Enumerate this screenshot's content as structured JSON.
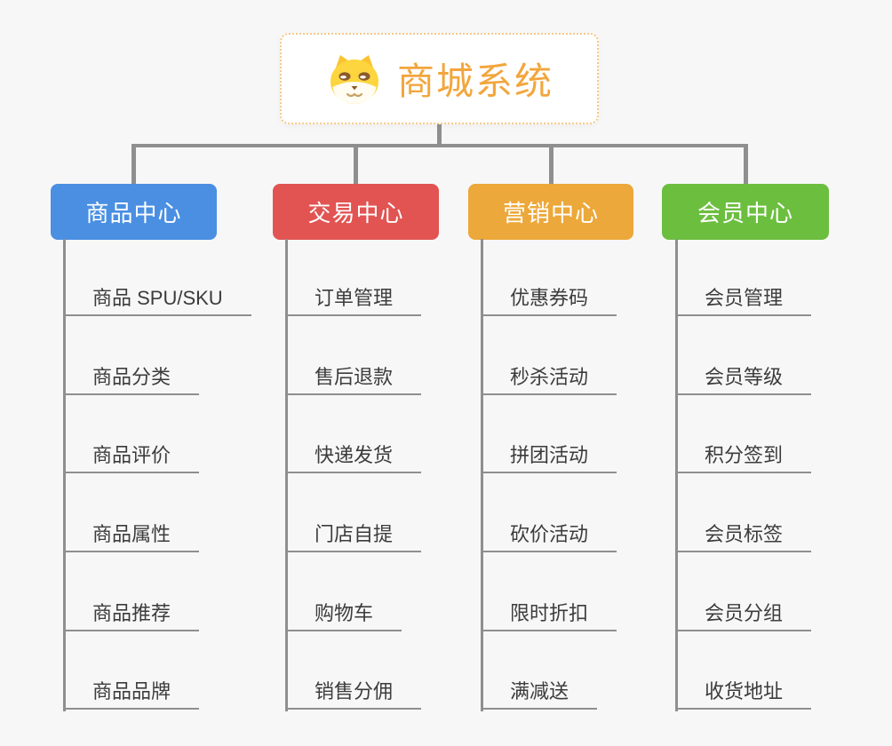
{
  "canvas": {
    "background": "#f7f7f7",
    "line_color": "#8f8f8f"
  },
  "root": {
    "label": "商城系统",
    "icon": "dog-face",
    "text_color": "#f2a63c",
    "border_color": "#f6c887",
    "background": "#ffffff"
  },
  "branches": [
    {
      "label": "商品中心",
      "color": "#4a8fe2",
      "children": [
        "商品 SPU/SKU",
        "商品分类",
        "商品评价",
        "商品属性",
        "商品推荐",
        "商品品牌"
      ]
    },
    {
      "label": "交易中心",
      "color": "#e15452",
      "children": [
        "订单管理",
        "售后退款",
        "快递发货",
        "门店自提",
        "购物车",
        "销售分佣"
      ]
    },
    {
      "label": "营销中心",
      "color": "#eca83a",
      "children": [
        "优惠券码",
        "秒杀活动",
        "拼团活动",
        "砍价活动",
        "限时折扣",
        "满减送"
      ]
    },
    {
      "label": "会员中心",
      "color": "#6cbe3f",
      "children": [
        "会员管理",
        "会员等级",
        "积分签到",
        "会员标签",
        "会员分组",
        "收货地址"
      ]
    }
  ],
  "leaf_text_color": "#3c3c3c"
}
